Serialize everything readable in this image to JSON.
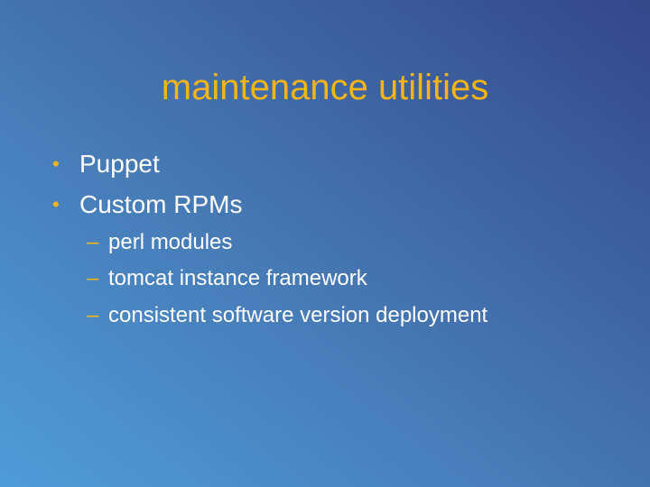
{
  "slide": {
    "title": "maintenance utilities",
    "bullet_symbol": "•",
    "dash_symbol": "–",
    "items": [
      {
        "text": "Puppet",
        "subitems": []
      },
      {
        "text": "Custom RPMs",
        "subitems": [
          "perl modules",
          "tomcat instance framework",
          "consistent software version deployment"
        ]
      }
    ]
  },
  "colors": {
    "title": "#f2b516",
    "bullet_mark": "#f2b516",
    "body_text": "#ffffff",
    "background_top_right": "#34478a",
    "background_bottom_left": "#4f9cd9"
  }
}
